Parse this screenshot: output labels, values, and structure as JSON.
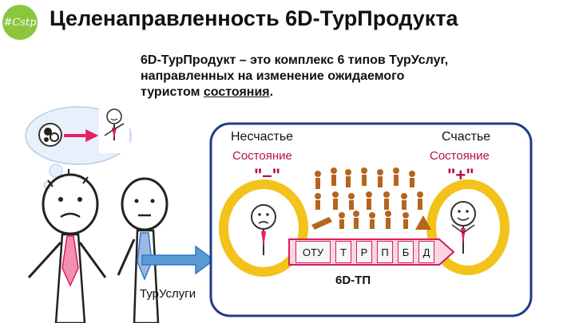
{
  "logo": {
    "text": "#Cstp"
  },
  "title": "Целенаправленность 6D-ТурПродукта",
  "description": {
    "line1": "6D-ТурПродукт – это комплекс 6 типов ТурУслуг,",
    "line2": "направленных на изменение ожидаемого",
    "line3_before": "туристом ",
    "line3_underlined": "состояния",
    "line3_after": "."
  },
  "unhappy": {
    "title": "Несчастье",
    "state": "Состояние",
    "sign": "\"–\""
  },
  "happy": {
    "title": "Счастье",
    "state": "Состояние",
    "sign": "\"+\""
  },
  "product": {
    "label": "6D-ТП",
    "chips": [
      "ОТУ",
      "Т",
      "Р",
      "П",
      "Б",
      "Д"
    ]
  },
  "services_label": "ТурУслуги",
  "colors": {
    "accent": "#d81b60",
    "text_accent": "#b2124b",
    "frame": "#1f3c88",
    "arrow": "#2e78c8",
    "logo": "#8cc63f",
    "oval": "#f3c21b",
    "icons": "#b5651d"
  }
}
